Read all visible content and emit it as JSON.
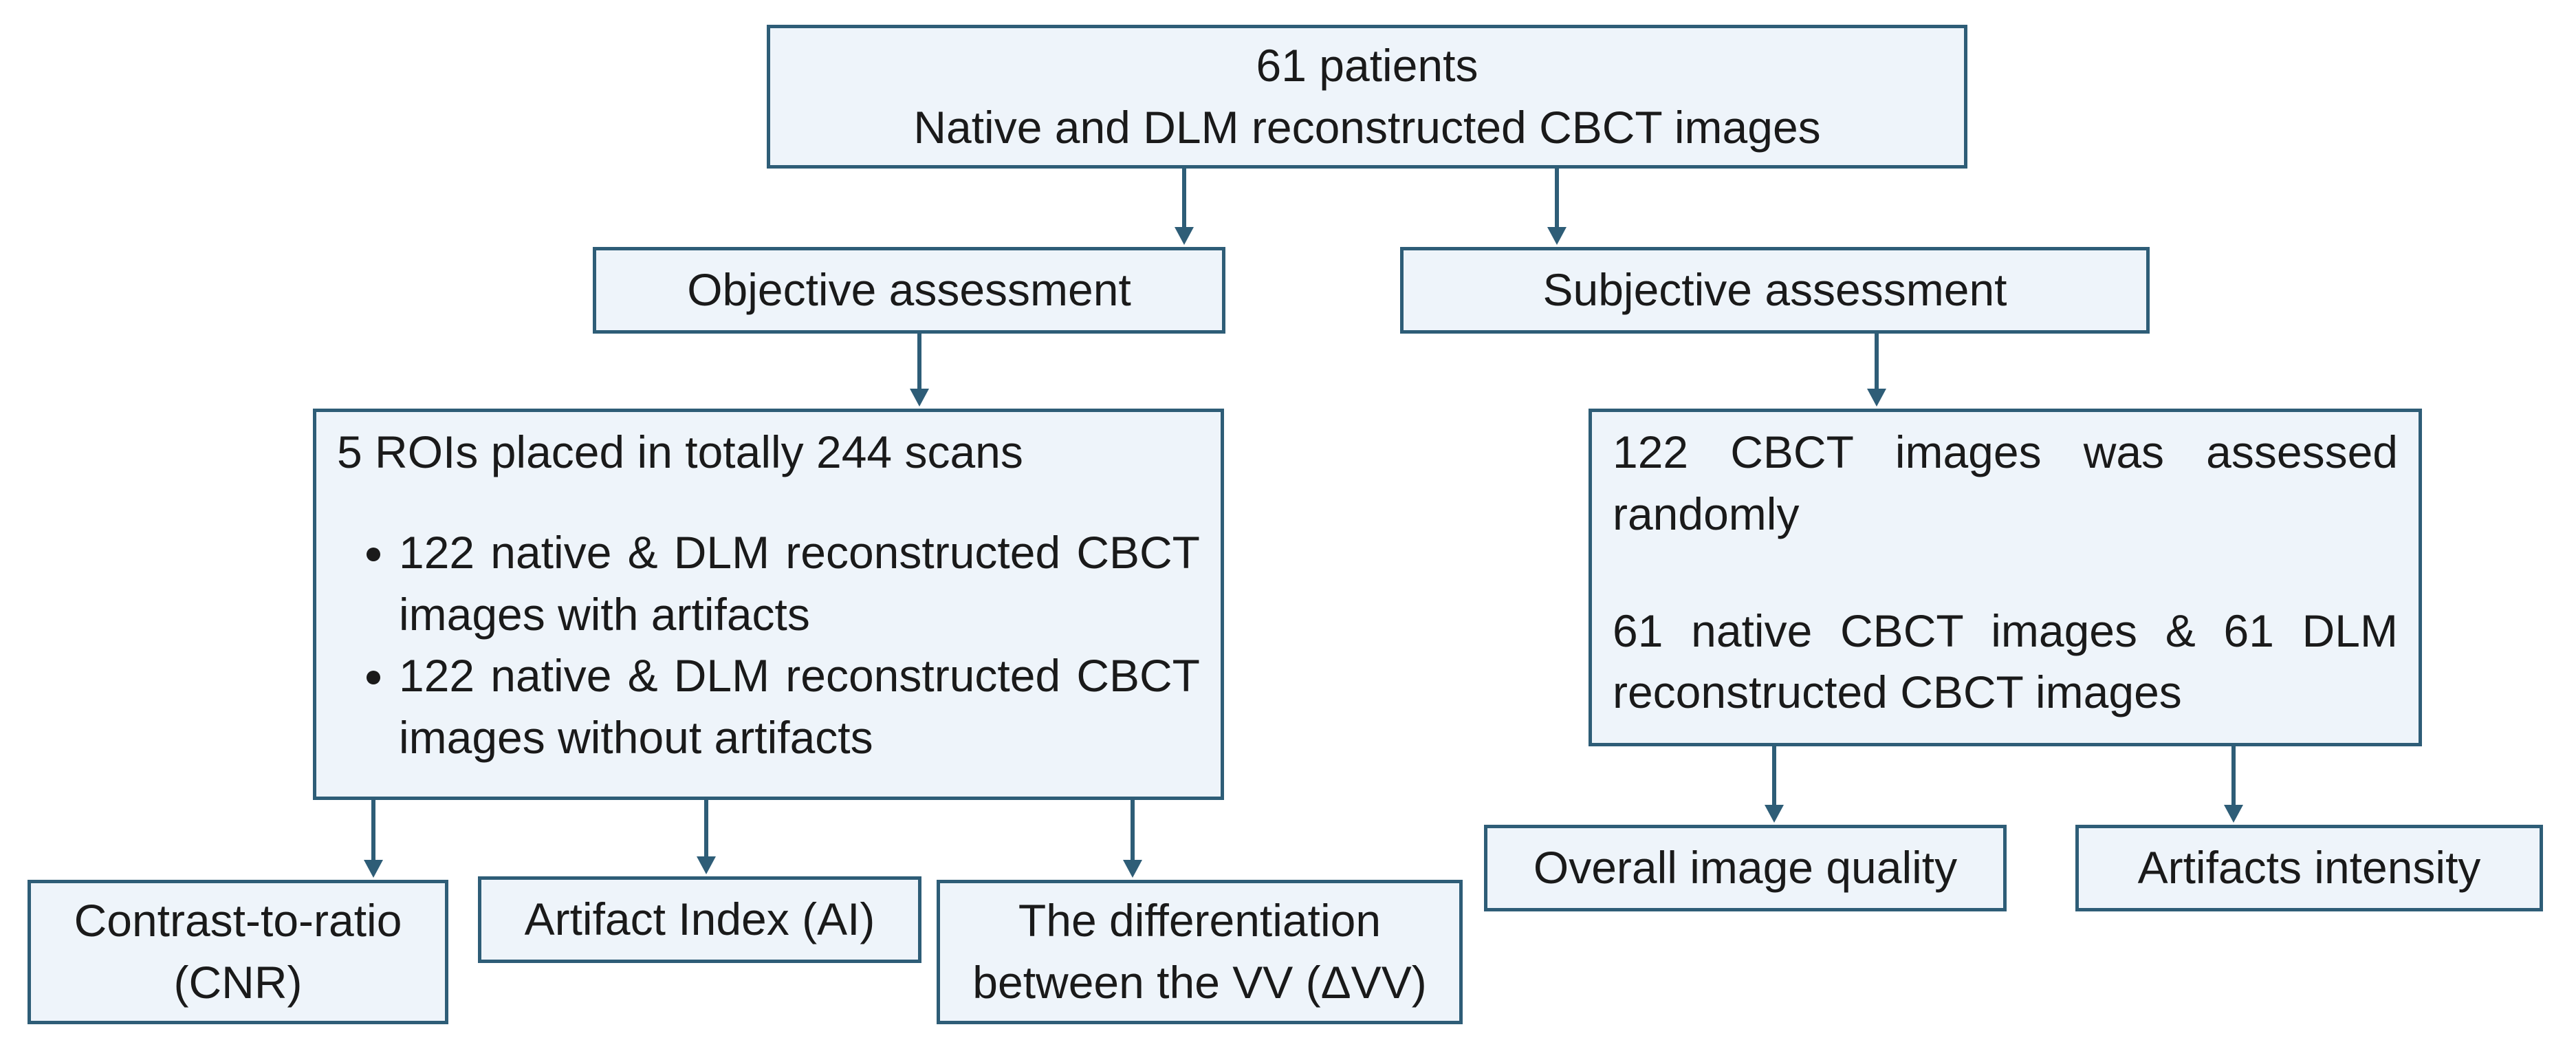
{
  "top": {
    "line1": "61 patients",
    "line2": "Native and DLM reconstructed CBCT images"
  },
  "objective": {
    "title": "Objective assessment"
  },
  "subjective": {
    "title": "Subjective assessment"
  },
  "rois": {
    "heading": "5 ROIs placed in totally 244 scans",
    "bullets": [
      "122 native & DLM reconstructed CBCT images with artifacts",
      "122 native & DLM reconstructed CBCT images without artifacts"
    ]
  },
  "cbct": {
    "line1": "122 CBCT images was assessed randomly",
    "line2": "61 native CBCT images & 61 DLM reconstructed CBCT images"
  },
  "outcomes": {
    "cnr": {
      "line1": "Contrast-to-ratio",
      "line2": "(CNR)"
    },
    "ai": "Artifact Index (AI)",
    "dvv": {
      "line1": "The differentiation",
      "line2": "between the VV (ΔVV)"
    },
    "quality": "Overall image quality",
    "intensity": "Artifacts intensity"
  }
}
